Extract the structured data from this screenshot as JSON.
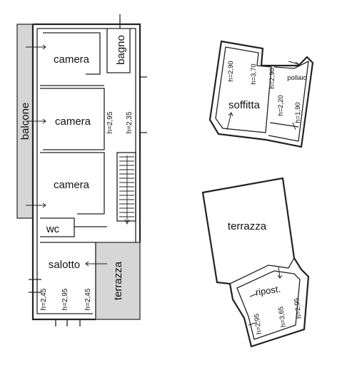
{
  "plan_left": {
    "rooms": [
      {
        "key": "camera_1",
        "label": "camera"
      },
      {
        "key": "camera_2",
        "label": "camera"
      },
      {
        "key": "camera_3",
        "label": "camera"
      },
      {
        "key": "bagno",
        "label": "bagno"
      },
      {
        "key": "wc",
        "label": "wc"
      },
      {
        "key": "salotto",
        "label": "salotto"
      },
      {
        "key": "terrazza",
        "label": "terrazza"
      },
      {
        "key": "balcone",
        "label": "balcone"
      }
    ],
    "heights": {
      "h_295_right": "h=2,95",
      "h_235": "h=2,35",
      "h_245_left": "h=2,45",
      "h_295_bottom": "h=2,95",
      "h_245_right": "h=2,45"
    }
  },
  "plan_attic": {
    "rooms": [
      {
        "key": "soffitta",
        "label": "soffitta"
      },
      {
        "key": "pollaio",
        "label": "pollaio"
      }
    ],
    "heights": {
      "h_290_left": "h=2,90",
      "h_370": "h=3,70",
      "h_290_right": "h=2,90",
      "h_220": "h=2,20",
      "h_190": "h=1,90"
    }
  },
  "plan_terrace": {
    "rooms": [
      {
        "key": "terrazza",
        "label": "terrazza"
      },
      {
        "key": "ripost",
        "label": "ripost."
      }
    ],
    "heights": {
      "h_295_left": "h=2,95",
      "h_365": "h=3,65",
      "h_295_right": "h=2,95"
    }
  }
}
